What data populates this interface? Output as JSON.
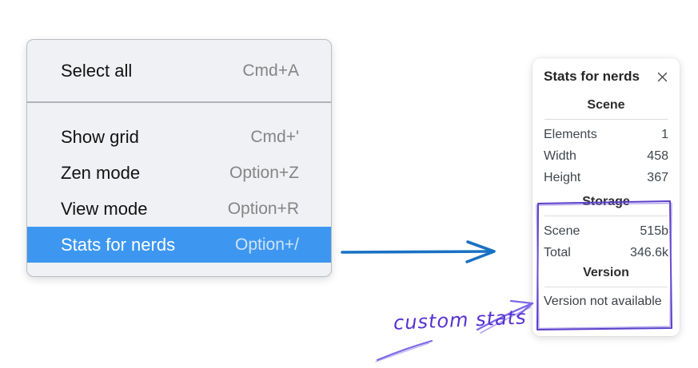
{
  "context_menu": {
    "items": [
      {
        "label": "Select all",
        "shortcut": "Cmd+A",
        "selected": false
      },
      {
        "label": "Show grid",
        "shortcut": "Cmd+'",
        "selected": false
      },
      {
        "label": "Zen mode",
        "shortcut": "Option+Z",
        "selected": false
      },
      {
        "label": "View mode",
        "shortcut": "Option+R",
        "selected": false
      },
      {
        "label": "Stats for nerds",
        "shortcut": "Option+/",
        "selected": true
      }
    ]
  },
  "stats_panel": {
    "title": "Stats for nerds",
    "close_icon": "close-icon",
    "sections": [
      {
        "title": "Scene",
        "rows": [
          {
            "label": "Elements",
            "value": "1"
          },
          {
            "label": "Width",
            "value": "458"
          },
          {
            "label": "Height",
            "value": "367"
          }
        ]
      },
      {
        "title": "Storage",
        "rows": [
          {
            "label": "Scene",
            "value": "515b"
          },
          {
            "label": "Total",
            "value": "346.6k"
          }
        ]
      },
      {
        "title": "Version",
        "note": "Version not available"
      }
    ]
  },
  "annotation": {
    "label": "custom stats"
  },
  "colors": {
    "menu_highlight": "#3d97f0",
    "menu_background": "#f0f1f4",
    "arrow_blue": "#1971c2",
    "annotation_text_purple": "#5631d2",
    "sketch_purple": "#7e68e6",
    "highlight_box_purple": "#5b41c9"
  }
}
